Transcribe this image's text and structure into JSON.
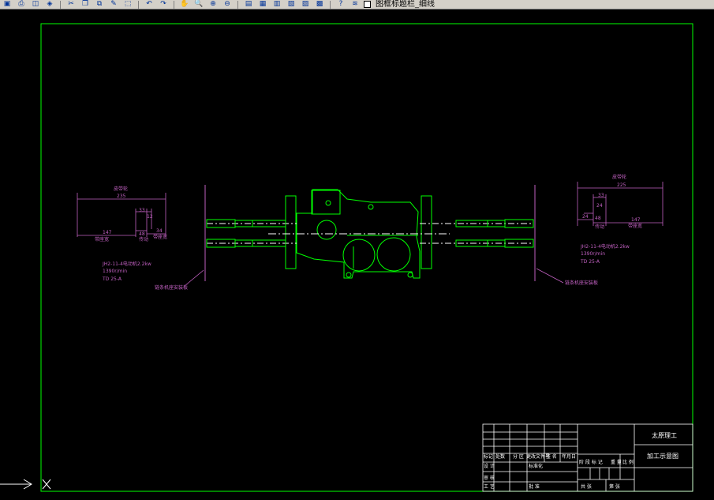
{
  "toolbar": {
    "buttons": [
      {
        "name": "save-icon",
        "glyph": "▣"
      },
      {
        "name": "plot-icon",
        "glyph": "⎙"
      },
      {
        "name": "plot-preview-icon",
        "glyph": "◫"
      },
      {
        "name": "publish-icon",
        "glyph": "◈"
      },
      {
        "name": "cut-icon",
        "glyph": "✂"
      },
      {
        "name": "copy-icon",
        "glyph": "❐"
      },
      {
        "name": "paste-icon",
        "glyph": "⧉"
      },
      {
        "name": "match-properties-icon",
        "glyph": "✎"
      },
      {
        "name": "block-editor-icon",
        "glyph": "⬚"
      },
      {
        "name": "undo-icon",
        "glyph": "↶"
      },
      {
        "name": "redo-icon",
        "glyph": "↷"
      },
      {
        "name": "pan-icon",
        "glyph": "✋"
      },
      {
        "name": "zoom-realtime-icon",
        "glyph": "🔍"
      },
      {
        "name": "zoom-window-icon",
        "glyph": "⊕"
      },
      {
        "name": "zoom-previous-icon",
        "glyph": "⊖"
      },
      {
        "name": "properties-icon",
        "glyph": "▤"
      },
      {
        "name": "design-center-icon",
        "glyph": "▦"
      },
      {
        "name": "tool-palettes-icon",
        "glyph": "▥"
      },
      {
        "name": "sheet-set-icon",
        "glyph": "▧"
      },
      {
        "name": "markup-icon",
        "glyph": "▨"
      },
      {
        "name": "quickcalc-icon",
        "glyph": "▩"
      },
      {
        "name": "help-icon",
        "glyph": "?"
      },
      {
        "name": "layer-manager-icon",
        "glyph": "≋"
      }
    ],
    "layer_name": "图框标题栏_细线"
  },
  "drawing": {
    "left_pulley_title": "皮带轮",
    "left_dim_total": "235",
    "left_dim_a": "147",
    "left_dim_b": "48",
    "left_dim_c": "34",
    "left_dim_d": "33",
    "left_dim_e": "12",
    "left_label_1": "带座宽",
    "left_label_2": "传动",
    "left_label_3": "带座宽",
    "left_motor_1": "JH2-11-4电动机2.2kw",
    "left_motor_2": "1390r/min",
    "left_motor_3": "TD 25-A",
    "left_callout": "链条机座安装板",
    "right_pulley_title": "皮带轮",
    "right_dim_total": "225",
    "right_dim_a": "33",
    "right_dim_b": "24",
    "right_dim_c": "48",
    "right_dim_d": "147",
    "right_dim_e": "24",
    "right_label_1": "带座宽",
    "right_label_2": "传动",
    "right_motor_1": "JH2-11-4电动机2.2kw",
    "right_motor_2": "1390r/min",
    "right_motor_3": "TD 25-A",
    "right_callout": "链条机座安装板",
    "title_block": {
      "school": "太原理工",
      "drawing_name": "加工示意图",
      "h_mark": "标记",
      "h_count": "处数",
      "h_zone": "分 区",
      "h_change": "更改文件号",
      "h_sign": "签 名",
      "h_date": "年月日",
      "r_design": "设 计",
      "r_std": "标准化",
      "r_review": "审 核",
      "r_process": "工 艺",
      "r_approve": "批 准",
      "stage": "阶 段 标 记",
      "weight": "重 量",
      "scale": "比 例",
      "sheets": "共 张",
      "sheet_no": "第 张"
    }
  },
  "colors": {
    "border": "#00ff00",
    "dimension": "#c060c0",
    "centerline": "#ffffff",
    "title_block": "#ffffff"
  }
}
